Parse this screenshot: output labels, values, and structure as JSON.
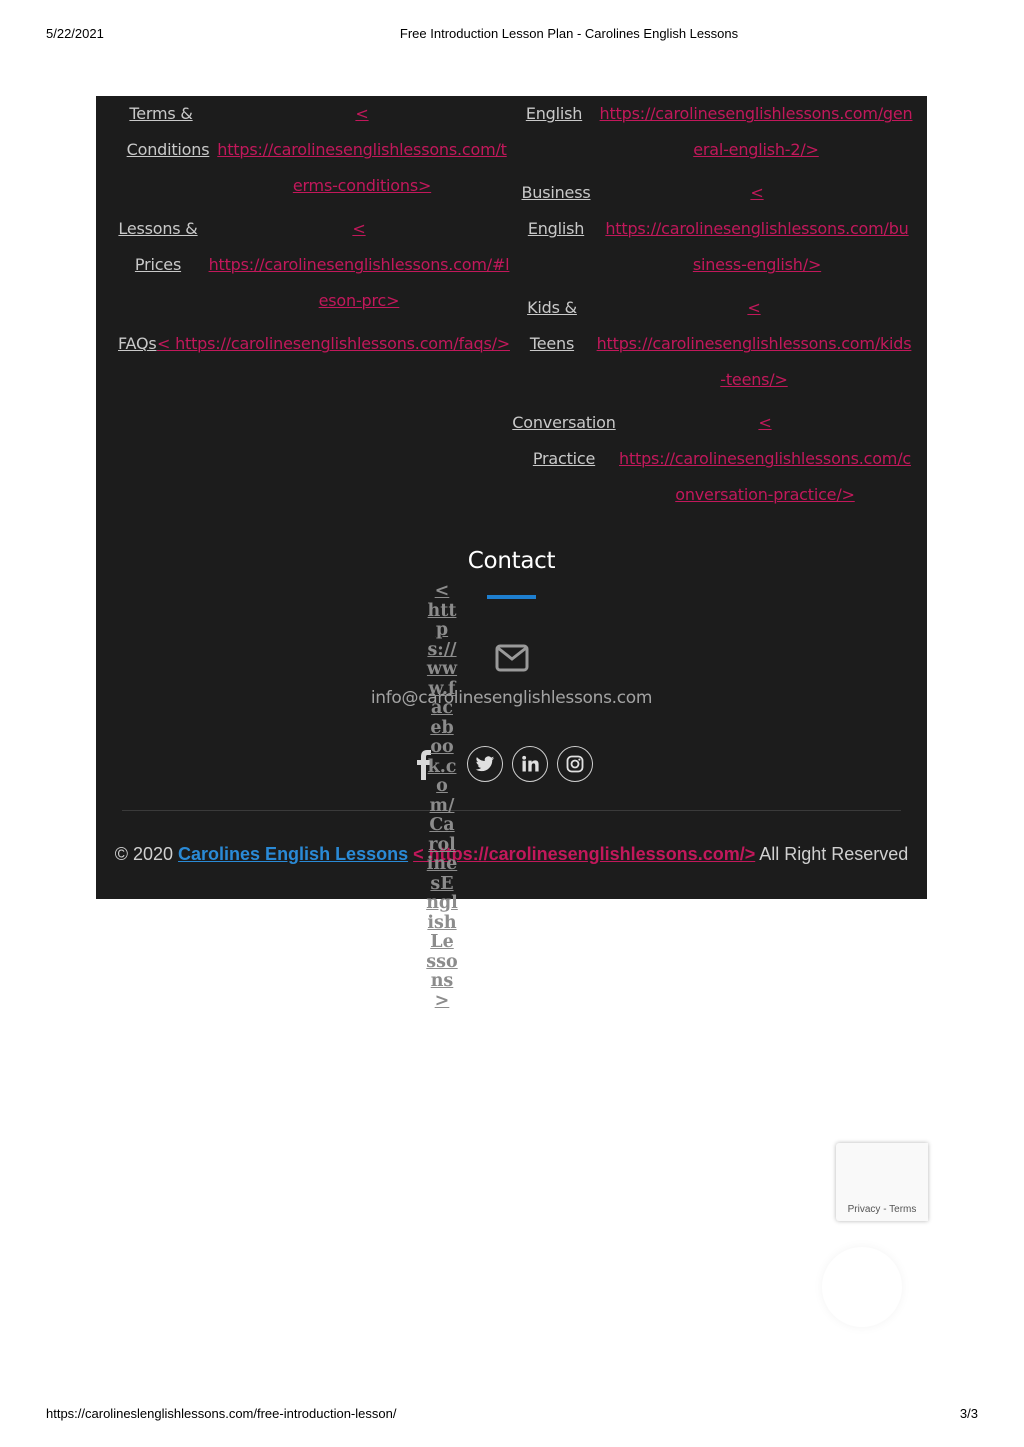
{
  "print_header": {
    "date": "5/22/2021",
    "title": "Free Introduction Lesson Plan - Carolines English Lessons"
  },
  "print_footer": {
    "url": "https://carolineslenglishlessons.com/free-introduction-lesson/",
    "page": "3/3"
  },
  "links_left": [
    {
      "label_lines": [
        "Terms &",
        "Conditions"
      ],
      "url_lines": [
        "<",
        "https://carolinesenglishlessons.com/t",
        "erms-conditions>"
      ]
    },
    {
      "label_lines": [
        "Lessons &",
        "Prices"
      ],
      "url_lines": [
        "<",
        "https://carolinesenglishlessons.com/#l",
        "eson-prc>"
      ]
    },
    {
      "label": "FAQs",
      "url": "< https://carolinesenglishlessons.com/faqs/>"
    }
  ],
  "links_right": [
    {
      "label": "English",
      "url_lines": [
        "https://carolinesenglishlessons.com/gen",
        "eral-english-2/>"
      ]
    },
    {
      "label_lines": [
        "Business",
        "English"
      ],
      "url_lines": [
        "<",
        "https://carolinesenglishlessons.com/bu",
        "siness-english/>"
      ]
    },
    {
      "label_lines": [
        "Kids &",
        "Teens"
      ],
      "url_lines": [
        "<",
        "https://carolinesenglishlessons.com/kids",
        "-teens/>"
      ]
    },
    {
      "label_lines": [
        "Conversation",
        "Practice"
      ],
      "url_lines": [
        "<",
        "https://carolinesenglishlessons.com/c",
        "onversation-practice/>"
      ]
    }
  ],
  "contact": {
    "title": "Contact",
    "email": "info@carolinesenglishlessons.com",
    "envelope_icon": "envelope-icon",
    "accent_color": "#1e7fcf"
  },
  "social": [
    "facebook-icon",
    "twitter-icon",
    "linkedin-icon",
    "instagram-icon"
  ],
  "facebook_overlay_text": "< https://www.facebook.com/CarolinesEnglishLessons >",
  "footer": {
    "copyright_prefix": "© 2020",
    "brand": "Carolines English Lessons",
    "brand_link": "< https://carolinesenglishlessons.com/>",
    "suffix": "All Right Reserved"
  },
  "recaptcha": {
    "privacy": "Privacy",
    "sep": " - ",
    "terms": "Terms"
  },
  "colors": {
    "panel": "#1c1c1c",
    "link": "#c2185b",
    "brand": "#2a8ad6"
  }
}
